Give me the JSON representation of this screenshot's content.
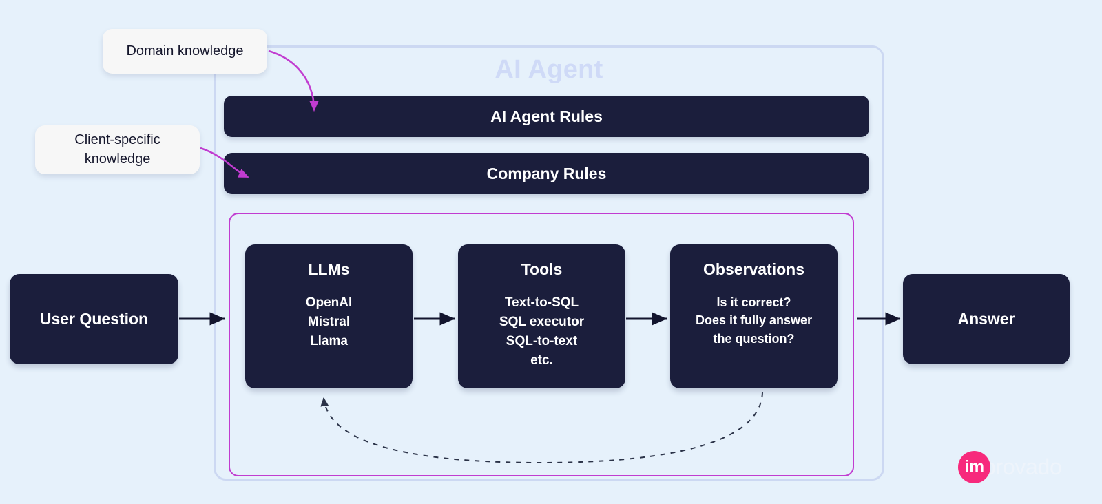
{
  "diagram": {
    "background_color": "#e6f1fb",
    "dark_node_color": "#1b1e3c",
    "loop_border_color": "#c13cd0",
    "container_border_color": "#ccd8f2",
    "accent_pink": "#f72a7c",
    "container": {
      "title": "AI Agent",
      "title_color": "#cfdaf7"
    },
    "rules": [
      {
        "label": "AI Agent Rules"
      },
      {
        "label": "Company Rules"
      }
    ],
    "callouts": [
      {
        "label": "Domain knowledge",
        "target": "AI Agent Rules"
      },
      {
        "label": "Client-specific knowledge",
        "target": "Company Rules"
      }
    ],
    "terminals": {
      "input": "User Question",
      "output": "Answer"
    },
    "loop_nodes": [
      {
        "title": "LLMs",
        "lines": "OpenAI\nMistral\nLlama"
      },
      {
        "title": "Tools",
        "lines": "Text-to-SQL\nSQL executor\nSQL-to-text\netc."
      },
      {
        "title": "Observations",
        "lines": "Is it correct?\nDoes it fully answer\nthe question?"
      }
    ],
    "feedback_edge": {
      "style": "dashed",
      "from": "Observations",
      "to": "LLMs"
    }
  },
  "logo": {
    "mark_text": "im",
    "word_text": "provado"
  }
}
